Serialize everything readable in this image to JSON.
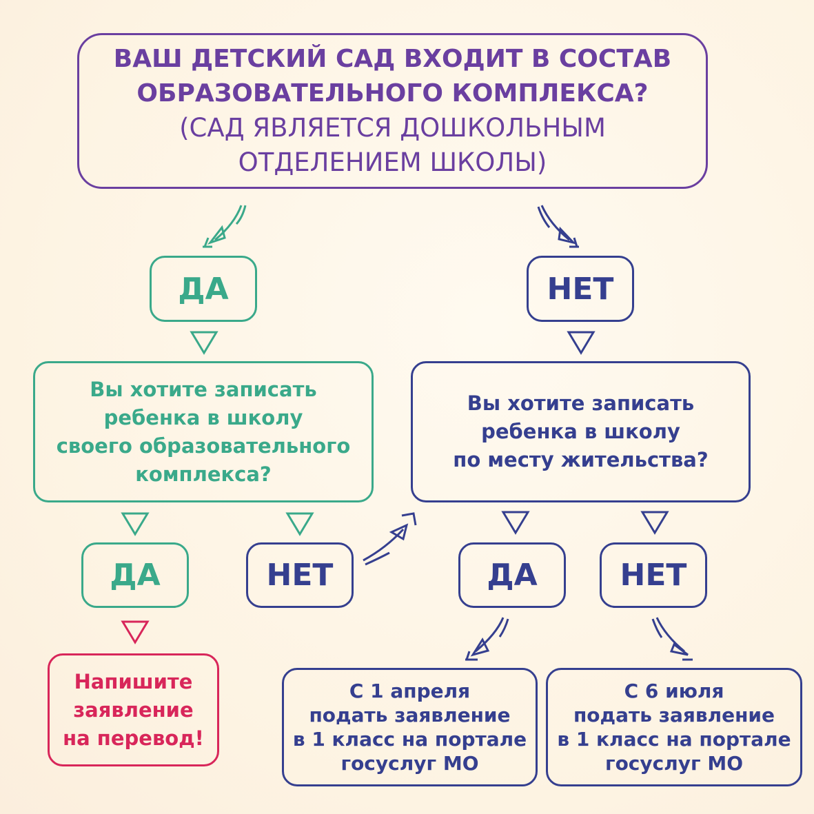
{
  "question_main": {
    "line1": "ВАШ ДЕТСКИЙ САД ВХОДИТ В СОСТАВ",
    "line2": "ОБРАЗОВАТЕЛЬНОГО КОМПЛЕКСА?",
    "line3": "(САД ЯВЛЯЕТСЯ ДОШКОЛЬНЫМ",
    "line4": "ОТДЕЛЕНИЕМ ШКОЛЫ)"
  },
  "yes": "ДА",
  "no": "НЕТ",
  "question_left": [
    "Вы хотите записать",
    "ребенка в школу",
    "своего образовательного",
    "комплекса?"
  ],
  "question_right": [
    "Вы хотите записать",
    "ребенка в школу",
    "по месту жительства?"
  ],
  "result_transfer": [
    "Напишите",
    "заявление",
    "на перевод!"
  ],
  "result_april": [
    "С 1 апреля",
    "подать заявление",
    "в 1 класс на портале",
    "госуслуг МО"
  ],
  "result_july": [
    "С 6 июля",
    "подать заявление",
    "в 1 класс на портале",
    "госуслуг МО"
  ],
  "colors": {
    "purple": "#6a3fa0",
    "teal": "#3aa98a",
    "navy": "#353f8f",
    "red": "#d8265a"
  }
}
